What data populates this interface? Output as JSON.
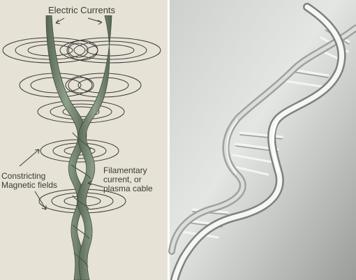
{
  "left_panel": {
    "labels": {
      "top": "Electric Currents",
      "constricting_line1": "Constricting",
      "constricting_line2": "Magnetic fields",
      "filament_line1": "Filamentary",
      "filament_line2": "current, or",
      "filament_line3": "plasma cable"
    },
    "colors": {
      "background": "#e6e2d5",
      "cable": "#7b8d78",
      "cable_dark": "#4f5f4f",
      "field_lines": "#3a3a3a"
    }
  },
  "right_panel": {
    "image": "dna-double-helix",
    "colors": {
      "background_light": "#dfe1de",
      "background_dark": "#8e918e",
      "strand": "#f2f2f0",
      "strand_shadow": "#7e817e"
    }
  }
}
